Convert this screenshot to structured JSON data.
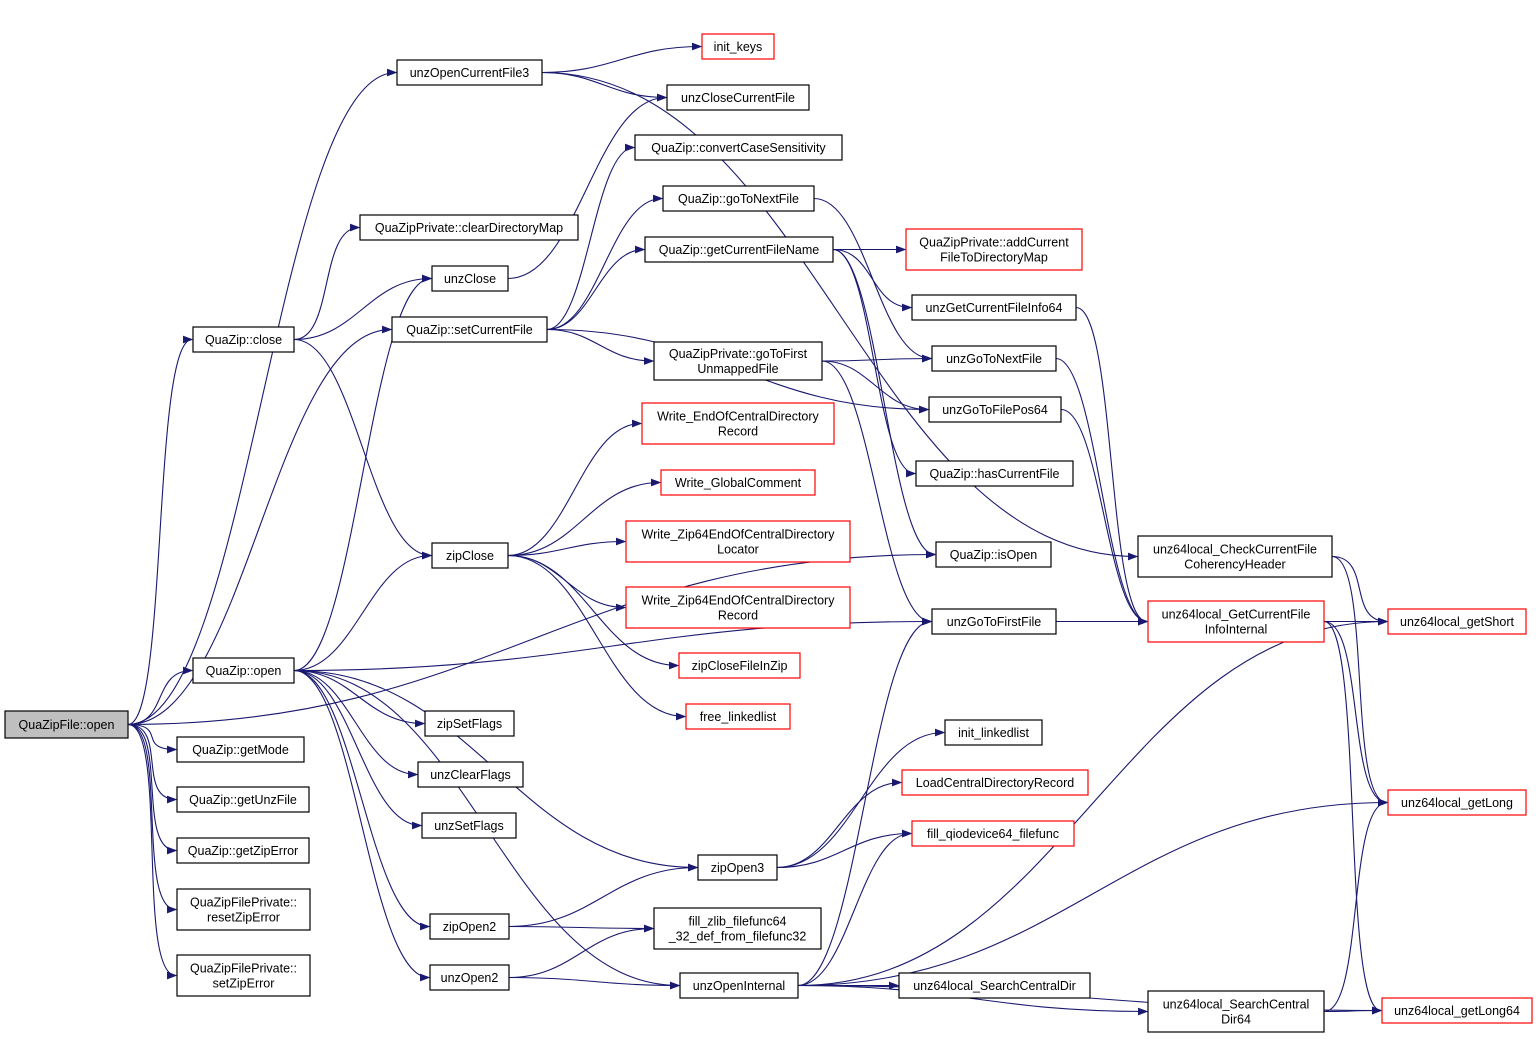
{
  "graph": {
    "root": "QuaZipFile::open",
    "colors": {
      "edge": "#191970",
      "root_fill": "#bfbfbf",
      "border": "#000000",
      "truncated_border": "#ff0000"
    },
    "nodes": [
      {
        "id": "root",
        "lines": [
          "QuaZipFile::open"
        ],
        "style": "root"
      },
      {
        "id": "qz_close",
        "lines": [
          "QuaZip::close"
        ],
        "style": "black"
      },
      {
        "id": "qz_open",
        "lines": [
          "QuaZip::open"
        ],
        "style": "black"
      },
      {
        "id": "qz_getmode",
        "lines": [
          "QuaZip::getMode"
        ],
        "style": "black"
      },
      {
        "id": "qz_getunzfile",
        "lines": [
          "QuaZip::getUnzFile"
        ],
        "style": "black"
      },
      {
        "id": "qz_getziperror",
        "lines": [
          "QuaZip::getZipError"
        ],
        "style": "black"
      },
      {
        "id": "qfp_reset",
        "lines": [
          "QuaZipFilePrivate::",
          "resetZipError"
        ],
        "style": "black"
      },
      {
        "id": "qfp_set",
        "lines": [
          "QuaZipFilePrivate::",
          "setZipError"
        ],
        "style": "black"
      },
      {
        "id": "qzp_cleardir",
        "lines": [
          "QuaZipPrivate::clearDirectoryMap"
        ],
        "style": "black"
      },
      {
        "id": "unzopencur3",
        "lines": [
          "unzOpenCurrentFile3"
        ],
        "style": "black"
      },
      {
        "id": "unzclose",
        "lines": [
          "unzClose"
        ],
        "style": "black"
      },
      {
        "id": "qz_setcur",
        "lines": [
          "QuaZip::setCurrentFile"
        ],
        "style": "black"
      },
      {
        "id": "zipclose",
        "lines": [
          "zipClose"
        ],
        "style": "black"
      },
      {
        "id": "zipsetflags",
        "lines": [
          "zipSetFlags"
        ],
        "style": "black"
      },
      {
        "id": "unzclearflags",
        "lines": [
          "unzClearFlags"
        ],
        "style": "black"
      },
      {
        "id": "unzsetflags",
        "lines": [
          "unzSetFlags"
        ],
        "style": "black"
      },
      {
        "id": "zipopen2",
        "lines": [
          "zipOpen2"
        ],
        "style": "black"
      },
      {
        "id": "unzopen2",
        "lines": [
          "unzOpen2"
        ],
        "style": "black"
      },
      {
        "id": "initkeys",
        "lines": [
          "init_keys"
        ],
        "style": "red"
      },
      {
        "id": "unzclosecur",
        "lines": [
          "unzCloseCurrentFile"
        ],
        "style": "black"
      },
      {
        "id": "qz_convcase",
        "lines": [
          "QuaZip::convertCaseSensitivity"
        ],
        "style": "black"
      },
      {
        "id": "qz_gotonext",
        "lines": [
          "QuaZip::goToNextFile"
        ],
        "style": "black"
      },
      {
        "id": "qz_getcurname",
        "lines": [
          "QuaZip::getCurrentFileName"
        ],
        "style": "black"
      },
      {
        "id": "qzp_gotofirst",
        "lines": [
          "QuaZipPrivate::goToFirst",
          "UnmappedFile"
        ],
        "style": "black"
      },
      {
        "id": "write_eocd",
        "lines": [
          "Write_EndOfCentralDirectory",
          "Record"
        ],
        "style": "red"
      },
      {
        "id": "write_gc",
        "lines": [
          "Write_GlobalComment"
        ],
        "style": "red"
      },
      {
        "id": "write_z64loc",
        "lines": [
          "Write_Zip64EndOfCentralDirectory",
          "Locator"
        ],
        "style": "red"
      },
      {
        "id": "write_z64rec",
        "lines": [
          "Write_Zip64EndOfCentralDirectory",
          "Record"
        ],
        "style": "red"
      },
      {
        "id": "zipclosefile",
        "lines": [
          "zipCloseFileInZip"
        ],
        "style": "red"
      },
      {
        "id": "freell",
        "lines": [
          "free_linkedlist"
        ],
        "style": "red"
      },
      {
        "id": "zipopen3",
        "lines": [
          "zipOpen3"
        ],
        "style": "black"
      },
      {
        "id": "fillzlib",
        "lines": [
          "fill_zlib_filefunc64",
          "_32_def_from_filefunc32"
        ],
        "style": "black"
      },
      {
        "id": "unzopeninternal",
        "lines": [
          "unzOpenInternal"
        ],
        "style": "black"
      },
      {
        "id": "qzp_addcur",
        "lines": [
          "QuaZipPrivate::addCurrent",
          "FileToDirectoryMap"
        ],
        "style": "red"
      },
      {
        "id": "unzgetcurinfo64",
        "lines": [
          "unzGetCurrentFileInfo64"
        ],
        "style": "black"
      },
      {
        "id": "unzgotonext",
        "lines": [
          "unzGoToNextFile"
        ],
        "style": "black"
      },
      {
        "id": "unzgotopos64",
        "lines": [
          "unzGoToFilePos64"
        ],
        "style": "black"
      },
      {
        "id": "qz_hascur",
        "lines": [
          "QuaZip::hasCurrentFile"
        ],
        "style": "black"
      },
      {
        "id": "qz_isopen",
        "lines": [
          "QuaZip::isOpen"
        ],
        "style": "black"
      },
      {
        "id": "unzgotofirst",
        "lines": [
          "unzGoToFirstFile"
        ],
        "style": "black"
      },
      {
        "id": "initll",
        "lines": [
          "init_linkedlist"
        ],
        "style": "black"
      },
      {
        "id": "loadcdr",
        "lines": [
          "LoadCentralDirectoryRecord"
        ],
        "style": "red"
      },
      {
        "id": "fillqio",
        "lines": [
          "fill_qiodevice64_filefunc"
        ],
        "style": "red"
      },
      {
        "id": "searchcd",
        "lines": [
          "unz64local_SearchCentralDir"
        ],
        "style": "black"
      },
      {
        "id": "checkcoh",
        "lines": [
          "unz64local_CheckCurrentFile",
          "CoherencyHeader"
        ],
        "style": "black"
      },
      {
        "id": "getcurinfoint",
        "lines": [
          "unz64local_GetCurrentFile",
          "InfoInternal"
        ],
        "style": "red"
      },
      {
        "id": "searchcd64",
        "lines": [
          "unz64local_SearchCentral",
          "Dir64"
        ],
        "style": "black"
      },
      {
        "id": "getshort",
        "lines": [
          "unz64local_getShort"
        ],
        "style": "red"
      },
      {
        "id": "getlong",
        "lines": [
          "unz64local_getLong"
        ],
        "style": "red"
      },
      {
        "id": "getlong64",
        "lines": [
          "unz64local_getLong64"
        ],
        "style": "red"
      }
    ],
    "edges": [
      [
        "root",
        "qz_close"
      ],
      [
        "root",
        "qz_open"
      ],
      [
        "root",
        "qz_getmode"
      ],
      [
        "root",
        "qz_getunzfile"
      ],
      [
        "root",
        "qz_getziperror"
      ],
      [
        "root",
        "qfp_reset"
      ],
      [
        "root",
        "qfp_set"
      ],
      [
        "root",
        "unzopencur3"
      ],
      [
        "root",
        "qz_setcur"
      ],
      [
        "root",
        "qz_isopen"
      ],
      [
        "qz_close",
        "qzp_cleardir"
      ],
      [
        "qz_close",
        "unzclose"
      ],
      [
        "qz_close",
        "zipclose"
      ],
      [
        "qz_open",
        "unzclose"
      ],
      [
        "qz_open",
        "zipclose"
      ],
      [
        "qz_open",
        "zipsetflags"
      ],
      [
        "qz_open",
        "unzclearflags"
      ],
      [
        "qz_open",
        "unzsetflags"
      ],
      [
        "qz_open",
        "zipopen3"
      ],
      [
        "qz_open",
        "zipopen2"
      ],
      [
        "qz_open",
        "unzopen2"
      ],
      [
        "qz_open",
        "unzopeninternal"
      ],
      [
        "qz_open",
        "unzgotofirst"
      ],
      [
        "unzopencur3",
        "initkeys"
      ],
      [
        "unzopencur3",
        "unzclosecur"
      ],
      [
        "unzopencur3",
        "checkcoh"
      ],
      [
        "unzclose",
        "unzclosecur"
      ],
      [
        "qz_setcur",
        "qz_convcase"
      ],
      [
        "qz_setcur",
        "qz_gotonext"
      ],
      [
        "qz_setcur",
        "qz_getcurname"
      ],
      [
        "qz_setcur",
        "qzp_gotofirst"
      ],
      [
        "qz_setcur",
        "unzgotopos64"
      ],
      [
        "zipclose",
        "write_eocd"
      ],
      [
        "zipclose",
        "write_gc"
      ],
      [
        "zipclose",
        "write_z64loc"
      ],
      [
        "zipclose",
        "write_z64rec"
      ],
      [
        "zipclose",
        "zipclosefile"
      ],
      [
        "zipclose",
        "freell"
      ],
      [
        "zipopen2",
        "zipopen3"
      ],
      [
        "zipopen2",
        "fillzlib"
      ],
      [
        "unzopen2",
        "fillzlib"
      ],
      [
        "unzopen2",
        "unzopeninternal"
      ],
      [
        "qz_gotonext",
        "unzgotonext"
      ],
      [
        "qz_getcurname",
        "qzp_addcur"
      ],
      [
        "qz_getcurname",
        "unzgetcurinfo64"
      ],
      [
        "qz_getcurname",
        "qz_hascur"
      ],
      [
        "qz_getcurname",
        "qz_isopen"
      ],
      [
        "qzp_gotofirst",
        "unzgotonext"
      ],
      [
        "qzp_gotofirst",
        "unzgotopos64"
      ],
      [
        "qzp_gotofirst",
        "unzgotofirst"
      ],
      [
        "zipopen3",
        "initll"
      ],
      [
        "zipopen3",
        "loadcdr"
      ],
      [
        "zipopen3",
        "fillqio"
      ],
      [
        "unzopeninternal",
        "searchcd"
      ],
      [
        "unzopeninternal",
        "searchcd64"
      ],
      [
        "unzopeninternal",
        "getshort"
      ],
      [
        "unzopeninternal",
        "getlong"
      ],
      [
        "unzopeninternal",
        "getlong64"
      ],
      [
        "unzopeninternal",
        "unzgotofirst"
      ],
      [
        "unzopeninternal",
        "fillqio"
      ],
      [
        "unzgetcurinfo64",
        "getcurinfoint"
      ],
      [
        "unzgotonext",
        "getcurinfoint"
      ],
      [
        "unzgotopos64",
        "getcurinfoint"
      ],
      [
        "unzgotofirst",
        "getcurinfoint"
      ],
      [
        "checkcoh",
        "getshort"
      ],
      [
        "checkcoh",
        "getlong"
      ],
      [
        "getcurinfoint",
        "getshort"
      ],
      [
        "getcurinfoint",
        "getlong"
      ],
      [
        "getcurinfoint",
        "getlong64"
      ],
      [
        "searchcd64",
        "getlong"
      ],
      [
        "searchcd64",
        "getlong64"
      ]
    ]
  }
}
